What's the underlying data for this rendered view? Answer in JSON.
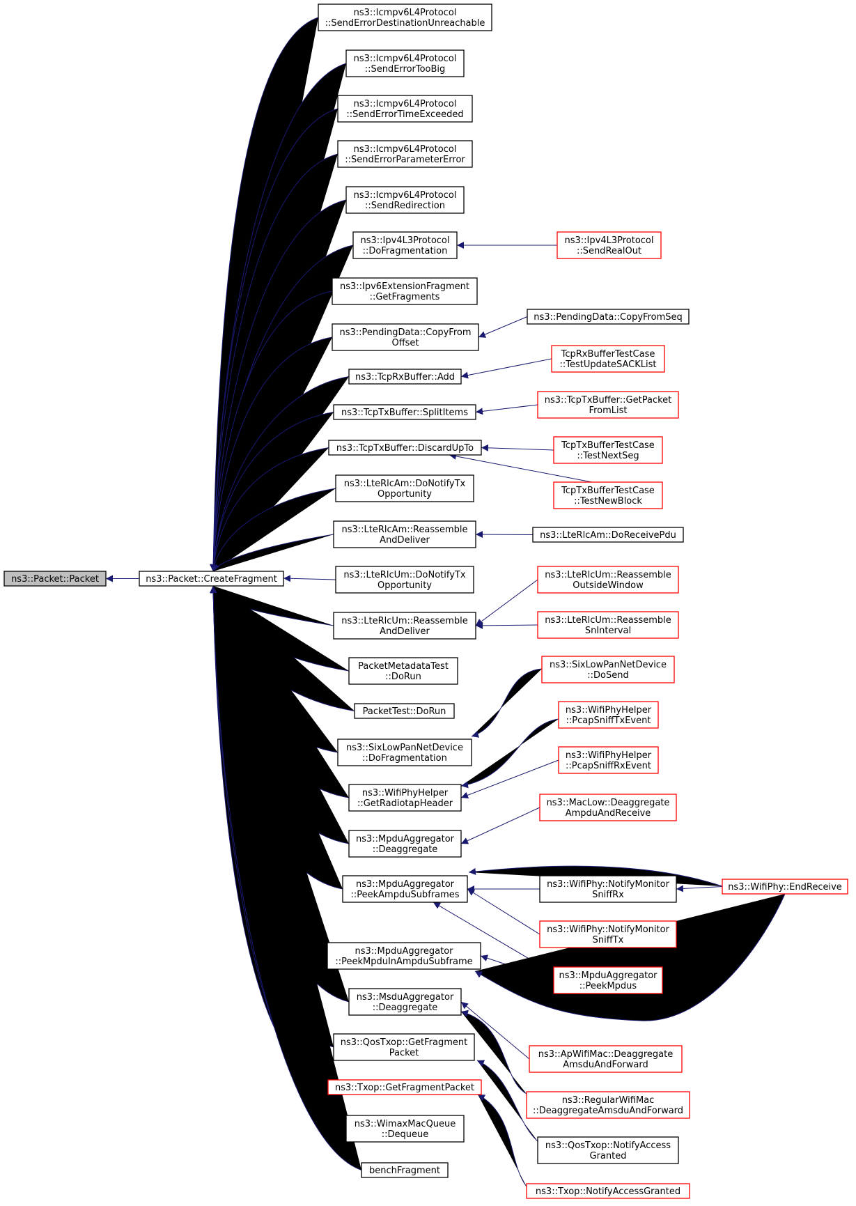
{
  "colors": {
    "edge": "#191970",
    "border_default": "#000000",
    "border_truncated": "#ff0000",
    "fill_focus": "#bfbfbf",
    "fill_default": "#ffffff"
  },
  "nodes": [
    {
      "id": "packet",
      "lines": [
        "ns3::Packet::Packet"
      ],
      "style": "focus"
    },
    {
      "id": "createfragment",
      "lines": [
        "ns3::Packet::CreateFragment"
      ],
      "style": "normal"
    },
    {
      "id": "icmp-dest",
      "lines": [
        "ns3::Icmpv6L4Protocol",
        "::SendErrorDestinationUnreachable"
      ],
      "style": "normal"
    },
    {
      "id": "icmp-toobig",
      "lines": [
        "ns3::Icmpv6L4Protocol",
        "::SendErrorTooBig"
      ],
      "style": "normal"
    },
    {
      "id": "icmp-time",
      "lines": [
        "ns3::Icmpv6L4Protocol",
        "::SendErrorTimeExceeded"
      ],
      "style": "normal"
    },
    {
      "id": "icmp-param",
      "lines": [
        "ns3::Icmpv6L4Protocol",
        "::SendErrorParameterError"
      ],
      "style": "normal"
    },
    {
      "id": "icmp-redir",
      "lines": [
        "ns3::Icmpv6L4Protocol",
        "::SendRedirection"
      ],
      "style": "normal"
    },
    {
      "id": "ipv4-dofrag",
      "lines": [
        "ns3::Ipv4L3Protocol",
        "::DoFragmentation"
      ],
      "style": "normal"
    },
    {
      "id": "ipv4-sendrealout",
      "lines": [
        "ns3::Ipv4L3Protocol",
        "::SendRealOut"
      ],
      "style": "truncated"
    },
    {
      "id": "ipv6-getfrag",
      "lines": [
        "ns3::Ipv6ExtensionFragment",
        "::GetFragments"
      ],
      "style": "normal"
    },
    {
      "id": "pending-copyfromoffset",
      "lines": [
        "ns3::PendingData::CopyFrom",
        "Offset"
      ],
      "style": "normal"
    },
    {
      "id": "pending-copyfromseq",
      "lines": [
        "ns3::PendingData::CopyFromSeq"
      ],
      "style": "normal"
    },
    {
      "id": "tcprx-add",
      "lines": [
        "ns3::TcpRxBuffer::Add"
      ],
      "style": "normal"
    },
    {
      "id": "tcprx-testsack",
      "lines": [
        "TcpRxBufferTestCase",
        "::TestUpdateSACKList"
      ],
      "style": "truncated"
    },
    {
      "id": "tcptx-split",
      "lines": [
        "ns3::TcpTxBuffer::SplitItems"
      ],
      "style": "normal"
    },
    {
      "id": "tcptx-getpacket",
      "lines": [
        "ns3::TcpTxBuffer::GetPacket",
        "FromList"
      ],
      "style": "truncated"
    },
    {
      "id": "tcptx-discard",
      "lines": [
        "ns3::TcpTxBuffer::DiscardUpTo"
      ],
      "style": "normal"
    },
    {
      "id": "tcptx-testnextseg",
      "lines": [
        "TcpTxBufferTestCase",
        "::TestNextSeg"
      ],
      "style": "truncated"
    },
    {
      "id": "tcptx-testnewblock",
      "lines": [
        "TcpTxBufferTestCase",
        "::TestNewBlock"
      ],
      "style": "truncated"
    },
    {
      "id": "lterlcam-notify",
      "lines": [
        "ns3::LteRlcAm::DoNotifyTx",
        "Opportunity"
      ],
      "style": "normal"
    },
    {
      "id": "lterlcam-reassemble",
      "lines": [
        "ns3::LteRlcAm::Reassemble",
        "AndDeliver"
      ],
      "style": "normal"
    },
    {
      "id": "lterlcam-receivepdu",
      "lines": [
        "ns3::LteRlcAm::DoReceivePdu"
      ],
      "style": "normal"
    },
    {
      "id": "lterlcum-notify",
      "lines": [
        "ns3::LteRlcUm::DoNotifyTx",
        "Opportunity"
      ],
      "style": "normal"
    },
    {
      "id": "lterlcum-reassemble",
      "lines": [
        "ns3::LteRlcUm::Reassemble",
        "AndDeliver"
      ],
      "style": "normal"
    },
    {
      "id": "lterlcum-outside",
      "lines": [
        "ns3::LteRlcUm::Reassemble",
        "OutsideWindow"
      ],
      "style": "truncated"
    },
    {
      "id": "lterlcum-sninterval",
      "lines": [
        "ns3::LteRlcUm::Reassemble",
        "SnInterval"
      ],
      "style": "truncated"
    },
    {
      "id": "pmt-dorun",
      "lines": [
        "PacketMetadataTest",
        "::DoRun"
      ],
      "style": "normal"
    },
    {
      "id": "pt-dorun",
      "lines": [
        "PacketTest::DoRun"
      ],
      "style": "normal"
    },
    {
      "id": "sixlow-frag",
      "lines": [
        "ns3::SixLowPanNetDevice",
        "::DoFragmentation"
      ],
      "style": "normal"
    },
    {
      "id": "sixlow-dosend",
      "lines": [
        "ns3::SixLowPanNetDevice",
        "::DoSend"
      ],
      "style": "truncated"
    },
    {
      "id": "wifihelper-radiotap",
      "lines": [
        "ns3::WifiPhyHelper",
        "::GetRadiotapHeader"
      ],
      "style": "normal"
    },
    {
      "id": "wifihelper-tx",
      "lines": [
        "ns3::WifiPhyHelper",
        "::PcapSniffTxEvent"
      ],
      "style": "truncated"
    },
    {
      "id": "wifihelper-rx",
      "lines": [
        "ns3::WifiPhyHelper",
        "::PcapSniffRxEvent"
      ],
      "style": "truncated"
    },
    {
      "id": "mpdu-deagg",
      "lines": [
        "ns3::MpduAggregator",
        "::Deaggregate"
      ],
      "style": "normal"
    },
    {
      "id": "maclow-deagg",
      "lines": [
        "ns3::MacLow::Deaggregate",
        "AmpduAndReceive"
      ],
      "style": "truncated"
    },
    {
      "id": "mpdu-peekampdu",
      "lines": [
        "ns3::MpduAggregator",
        "::PeekAmpduSubframes"
      ],
      "style": "normal"
    },
    {
      "id": "wifiphy-monrx",
      "lines": [
        "ns3::WifiPhy::NotifyMonitor",
        "SniffRx"
      ],
      "style": "normal"
    },
    {
      "id": "wifiphy-endreceive",
      "lines": [
        "ns3::WifiPhy::EndReceive"
      ],
      "style": "truncated"
    },
    {
      "id": "wifiphy-montx",
      "lines": [
        "ns3::WifiPhy::NotifyMonitor",
        "SniffTx"
      ],
      "style": "truncated"
    },
    {
      "id": "mpdu-peekmpduin",
      "lines": [
        "ns3::MpduAggregator",
        "::PeekMpduInAmpduSubframe"
      ],
      "style": "normal"
    },
    {
      "id": "mpdu-peekmpdus",
      "lines": [
        "ns3::MpduAggregator",
        "::PeekMpdus"
      ],
      "style": "truncated"
    },
    {
      "id": "msdu-deagg",
      "lines": [
        "ns3::MsduAggregator",
        "::Deaggregate"
      ],
      "style": "normal"
    },
    {
      "id": "apwifi-deagg",
      "lines": [
        "ns3::ApWifiMac::Deaggregate",
        "AmsduAndForward"
      ],
      "style": "truncated"
    },
    {
      "id": "qostxop-getfrag",
      "lines": [
        "ns3::QosTxop::GetFragment",
        "Packet"
      ],
      "style": "normal"
    },
    {
      "id": "regularwifi-deagg",
      "lines": [
        "ns3::RegularWifiMac",
        "::DeaggregateAmsduAndForward"
      ],
      "style": "truncated"
    },
    {
      "id": "txop-getfrag",
      "lines": [
        "ns3::Txop::GetFragmentPacket"
      ],
      "style": "truncated"
    },
    {
      "id": "qostxop-notify",
      "lines": [
        "ns3::QosTxop::NotifyAccess",
        "Granted"
      ],
      "style": "normal"
    },
    {
      "id": "wimax-dequeue",
      "lines": [
        "ns3::WimaxMacQueue",
        "::Dequeue"
      ],
      "style": "normal"
    },
    {
      "id": "benchfragment",
      "lines": [
        "benchFragment"
      ],
      "style": "normal"
    },
    {
      "id": "txop-notify",
      "lines": [
        "ns3::Txop::NotifyAccessGranted"
      ],
      "style": "truncated"
    }
  ],
  "edges": [
    {
      "from": "createfragment",
      "to": "packet"
    },
    {
      "from": "icmp-dest",
      "to": "createfragment"
    },
    {
      "from": "icmp-toobig",
      "to": "createfragment"
    },
    {
      "from": "icmp-time",
      "to": "createfragment"
    },
    {
      "from": "icmp-param",
      "to": "createfragment"
    },
    {
      "from": "icmp-redir",
      "to": "createfragment"
    },
    {
      "from": "ipv4-dofrag",
      "to": "createfragment"
    },
    {
      "from": "ipv6-getfrag",
      "to": "createfragment"
    },
    {
      "from": "pending-copyfromoffset",
      "to": "createfragment"
    },
    {
      "from": "tcprx-add",
      "to": "createfragment"
    },
    {
      "from": "tcptx-split",
      "to": "createfragment"
    },
    {
      "from": "tcptx-discard",
      "to": "createfragment"
    },
    {
      "from": "lterlcam-notify",
      "to": "createfragment"
    },
    {
      "from": "lterlcam-reassemble",
      "to": "createfragment"
    },
    {
      "from": "lterlcum-notify",
      "to": "createfragment"
    },
    {
      "from": "lterlcum-reassemble",
      "to": "createfragment"
    },
    {
      "from": "pmt-dorun",
      "to": "createfragment"
    },
    {
      "from": "pt-dorun",
      "to": "createfragment"
    },
    {
      "from": "sixlow-frag",
      "to": "createfragment"
    },
    {
      "from": "wifihelper-radiotap",
      "to": "createfragment"
    },
    {
      "from": "mpdu-deagg",
      "to": "createfragment"
    },
    {
      "from": "mpdu-peekampdu",
      "to": "createfragment"
    },
    {
      "from": "mpdu-peekmpduin",
      "to": "createfragment"
    },
    {
      "from": "msdu-deagg",
      "to": "createfragment"
    },
    {
      "from": "qostxop-getfrag",
      "to": "createfragment"
    },
    {
      "from": "txop-getfrag",
      "to": "createfragment"
    },
    {
      "from": "wimax-dequeue",
      "to": "createfragment"
    },
    {
      "from": "benchfragment",
      "to": "createfragment"
    },
    {
      "from": "ipv4-sendrealout",
      "to": "ipv4-dofrag"
    },
    {
      "from": "pending-copyfromseq",
      "to": "pending-copyfromoffset"
    },
    {
      "from": "tcprx-testsack",
      "to": "tcprx-add"
    },
    {
      "from": "tcptx-getpacket",
      "to": "tcptx-split"
    },
    {
      "from": "tcptx-testnextseg",
      "to": "tcptx-discard"
    },
    {
      "from": "tcptx-testnewblock",
      "to": "tcptx-discard"
    },
    {
      "from": "lterlcam-receivepdu",
      "to": "lterlcam-reassemble"
    },
    {
      "from": "lterlcum-outside",
      "to": "lterlcum-reassemble"
    },
    {
      "from": "lterlcum-sninterval",
      "to": "lterlcum-reassemble"
    },
    {
      "from": "sixlow-dosend",
      "to": "sixlow-frag"
    },
    {
      "from": "wifihelper-tx",
      "to": "wifihelper-radiotap"
    },
    {
      "from": "wifihelper-rx",
      "to": "wifihelper-radiotap"
    },
    {
      "from": "maclow-deagg",
      "to": "mpdu-deagg"
    },
    {
      "from": "wifiphy-endreceive",
      "to": "mpdu-peekampdu"
    },
    {
      "from": "wifiphy-monrx",
      "to": "mpdu-peekampdu"
    },
    {
      "from": "wifiphy-montx",
      "to": "mpdu-peekampdu"
    },
    {
      "from": "mpdu-peekmpdus",
      "to": "mpdu-peekampdu"
    },
    {
      "from": "wifiphy-endreceive",
      "to": "wifiphy-monrx"
    },
    {
      "from": "mpdu-peekmpdus",
      "to": "mpdu-peekmpduin"
    },
    {
      "from": "wifiphy-endreceive",
      "to": "mpdu-peekmpduin"
    },
    {
      "from": "apwifi-deagg",
      "to": "msdu-deagg"
    },
    {
      "from": "regularwifi-deagg",
      "to": "msdu-deagg"
    },
    {
      "from": "qostxop-notify",
      "to": "qostxop-getfrag"
    },
    {
      "from": "txop-notify",
      "to": "txop-getfrag"
    }
  ]
}
